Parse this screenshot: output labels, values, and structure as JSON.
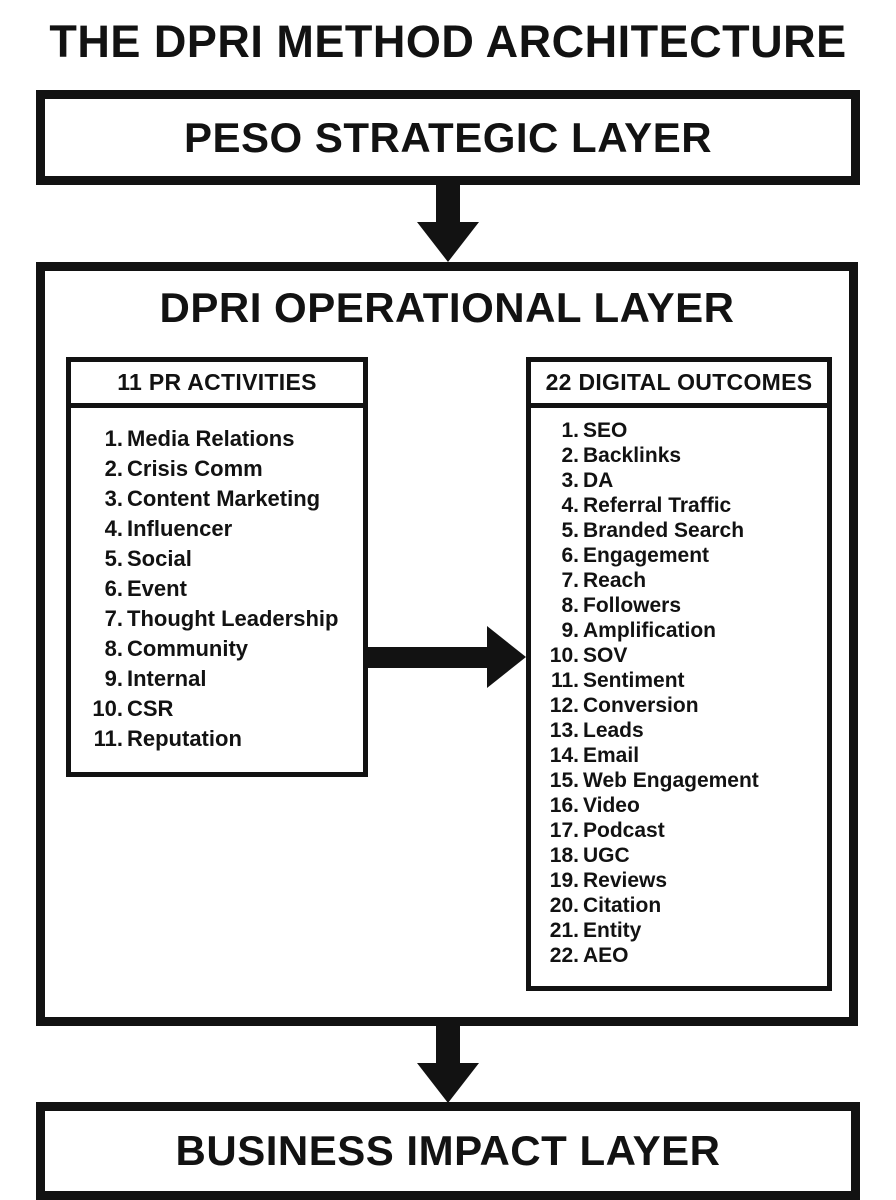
{
  "colors": {
    "ink": "#121212",
    "background": "#ffffff"
  },
  "title": "THE DPRI METHOD ARCHITECTURE",
  "peso_layer": {
    "label": "PESO STRATEGIC LAYER"
  },
  "operational_layer": {
    "label": "DPRI OPERATIONAL LAYER",
    "pr_activities": {
      "header": "11 PR ACTIVITIES",
      "items": [
        "Media Relations",
        "Crisis Comm",
        "Content Marketing",
        "Influencer",
        "Social",
        "Event",
        "Thought Leadership",
        "Community",
        "Internal",
        "CSR",
        "Reputation"
      ]
    },
    "digital_outcomes": {
      "header": "22 DIGITAL OUTCOMES",
      "items": [
        "SEO",
        "Backlinks",
        "DA",
        "Referral Traffic",
        "Branded Search",
        "Engagement",
        "Reach",
        "Followers",
        "Amplification",
        "SOV",
        "Sentiment",
        "Conversion",
        "Leads",
        "Email",
        "Web Engagement",
        "Video",
        "Podcast",
        "UGC",
        "Reviews",
        "Citation",
        "Entity",
        "AEO"
      ]
    }
  },
  "business_layer": {
    "label": "BUSINESS IMPACT LAYER"
  },
  "icons": {
    "top_flow": "down-arrow",
    "mapping_flow": "right-arrow",
    "bottom_flow": "down-arrow"
  }
}
